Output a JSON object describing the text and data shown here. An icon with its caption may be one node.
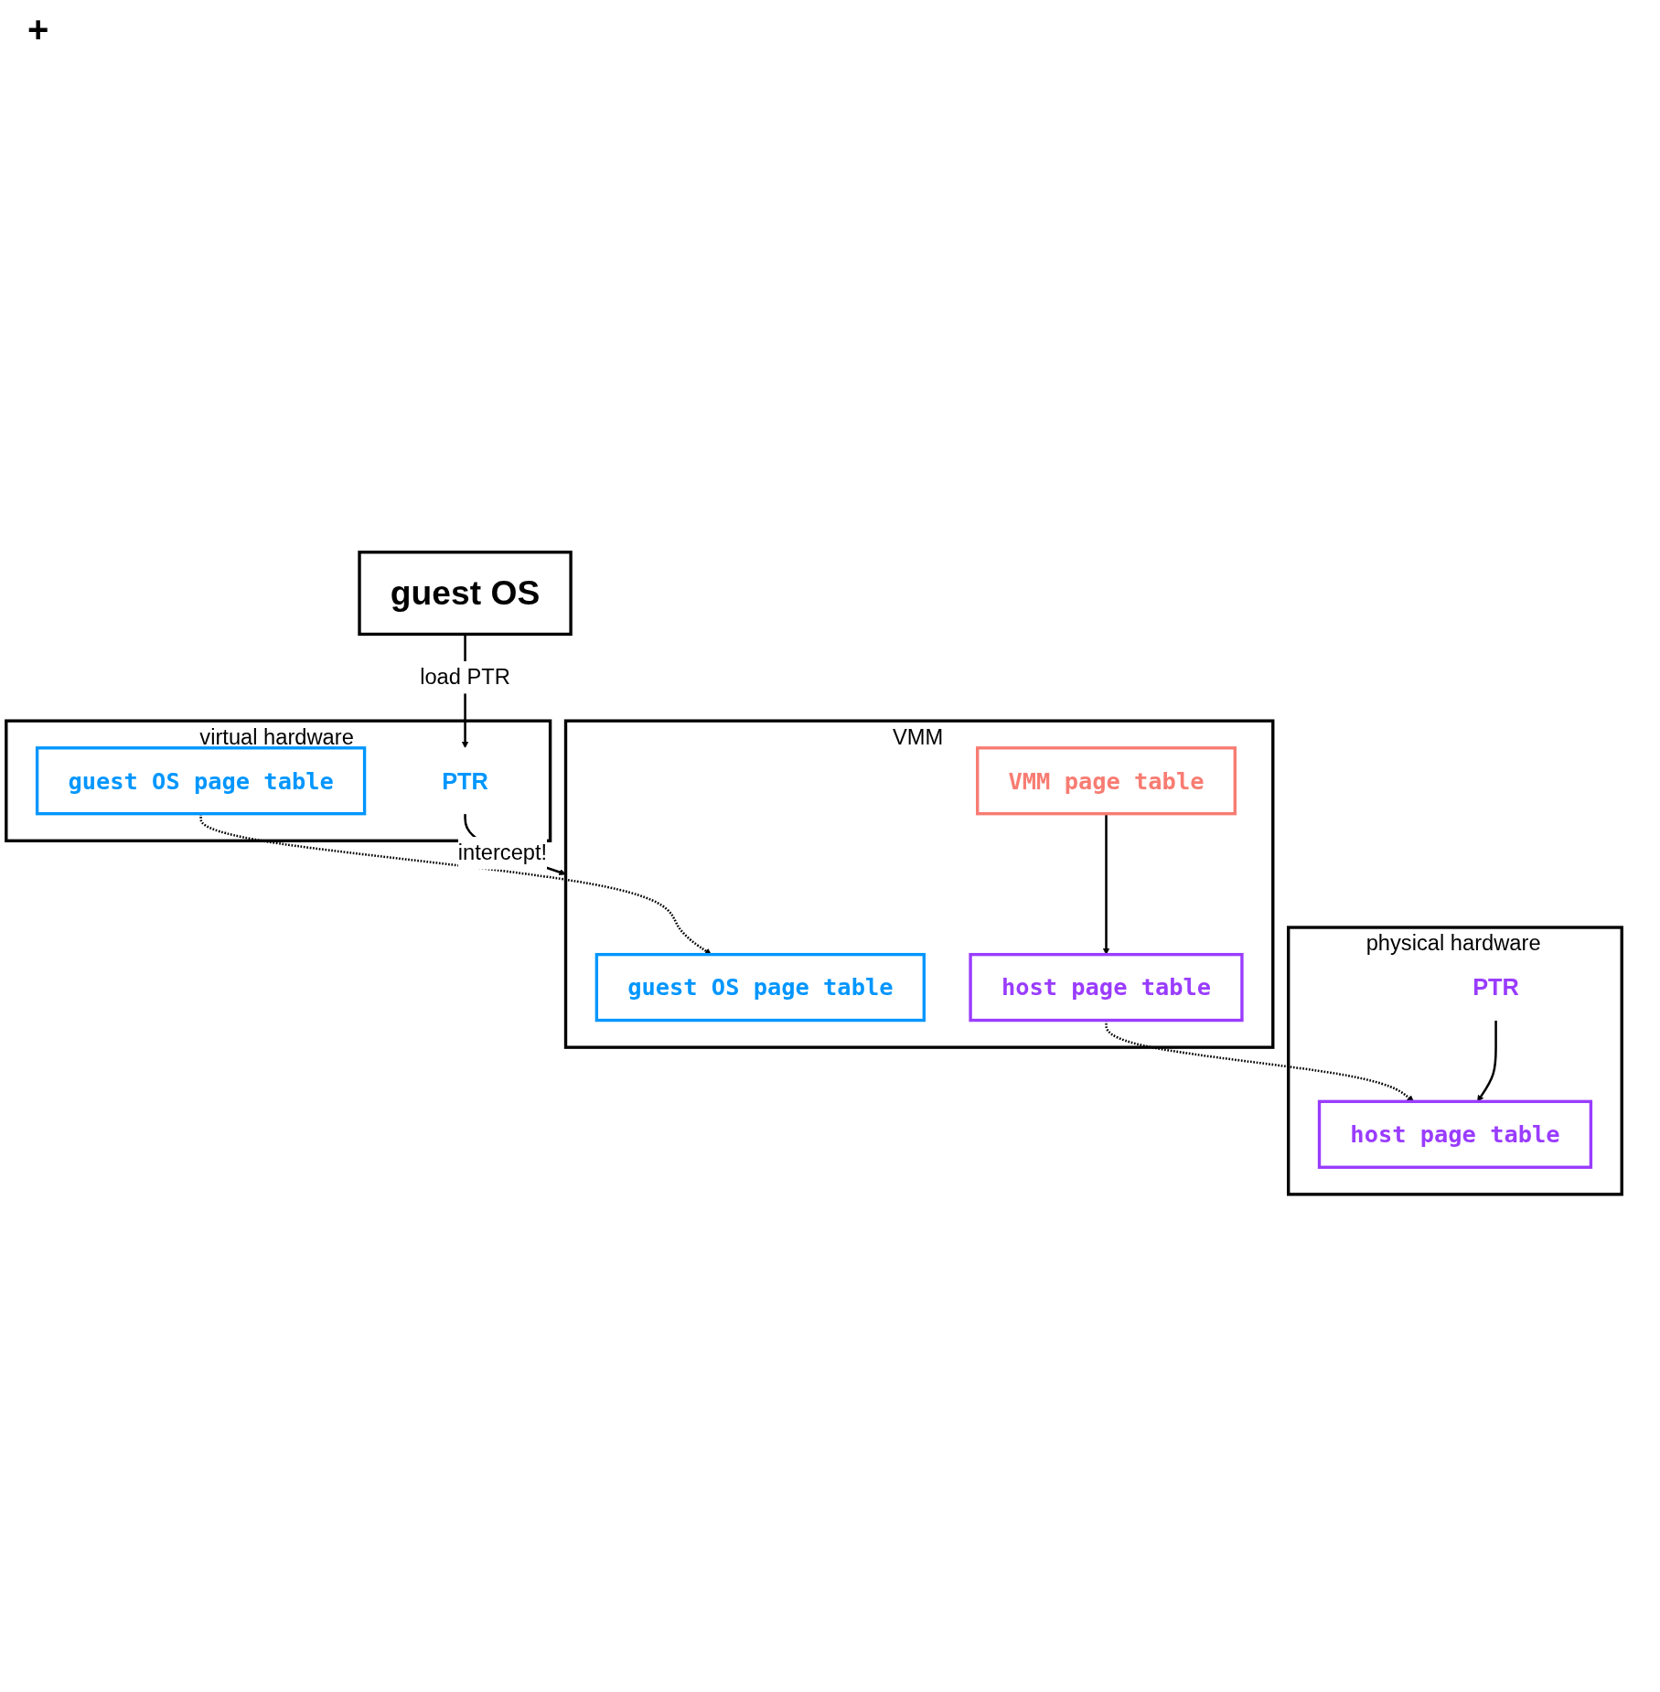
{
  "diagram": {
    "nodes": [
      {
        "text": [
          "guest OS"
        ]
      },
      {
        "text": [
          "virtual hardware"
        ]
      },
      {
        "text": [
          "guest OS page table"
        ],
        "in": 1
      },
      {
        "text": [
          "PTR"
        ],
        "in": 1
      },
      {
        "text": [
          "VMM"
        ]
      },
      {
        "text": [
          "guest OS page table"
        ],
        "in": 4
      },
      {
        "text": [
          "VMM page table"
        ],
        "in": 4
      },
      {
        "text": [
          "host page table"
        ],
        "in": 4
      },
      {
        "text": [
          "physical hardware"
        ]
      },
      {
        "text": [
          "PTR"
        ],
        "in": 8
      },
      {
        "text": [
          "host page table"
        ],
        "in": 8
      }
    ],
    "edges": [
      {
        "from": 0,
        "to": 3,
        "label": "load PTR",
        "arrow": "to"
      },
      {
        "from": 3,
        "to": 4,
        "label": "intercept!",
        "arrow": "to"
      },
      {
        "from": 2,
        "to": 5,
        "arrow": "to",
        "style": "dashed"
      },
      {
        "from": 6,
        "to": 7,
        "arrow": "to"
      },
      {
        "from": 7,
        "to": 10,
        "arrow": "to",
        "style": "dashed"
      },
      {
        "from": 9,
        "to": 10,
        "arrow": "to"
      }
    ],
    "labels": [
      "+"
    ]
  }
}
